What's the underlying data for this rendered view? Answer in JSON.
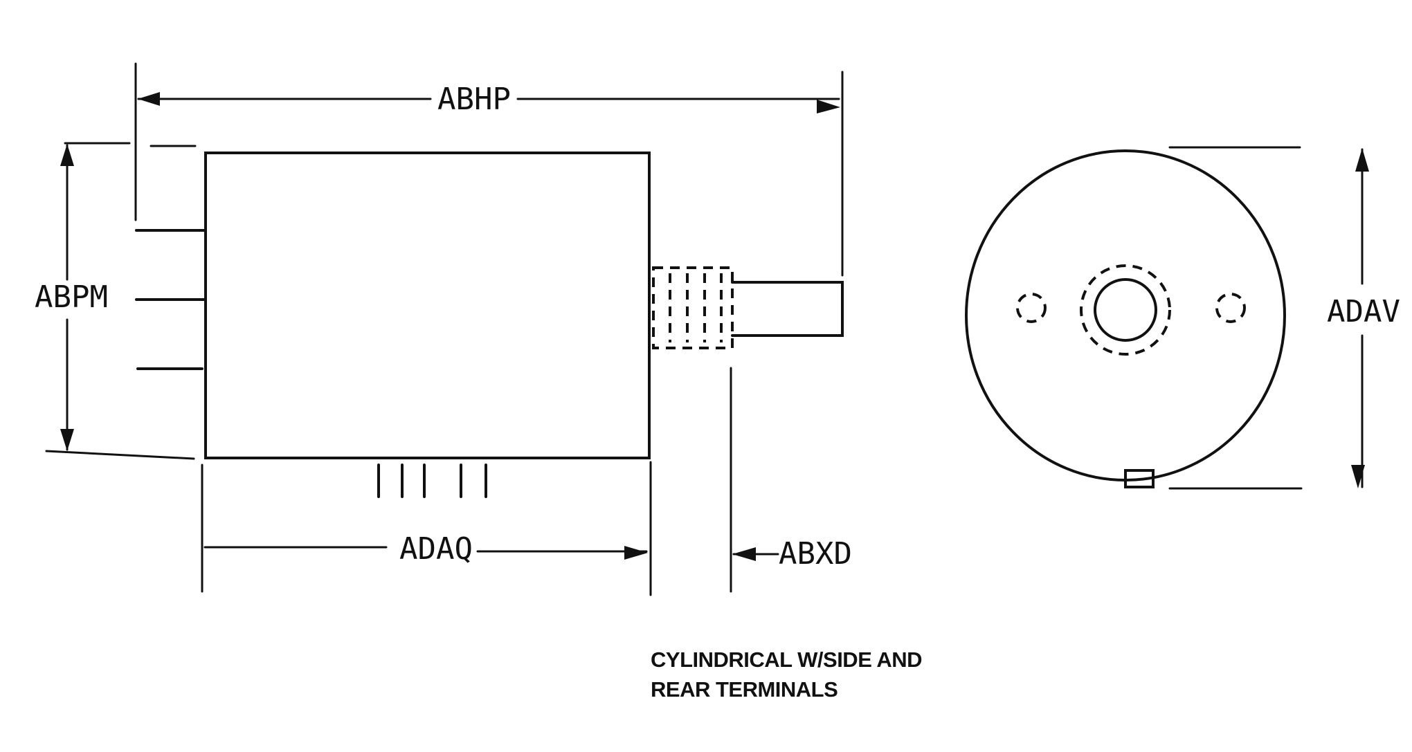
{
  "dimensions": {
    "overall_length": "ABHP",
    "body_height": "ABPM",
    "body_length": "ADAQ",
    "terminal_extension": "ABXD",
    "diameter": "ADAV"
  },
  "caption": {
    "line1": "CYLINDRICAL W/SIDE AND",
    "line2": "REAR TERMINALS"
  }
}
